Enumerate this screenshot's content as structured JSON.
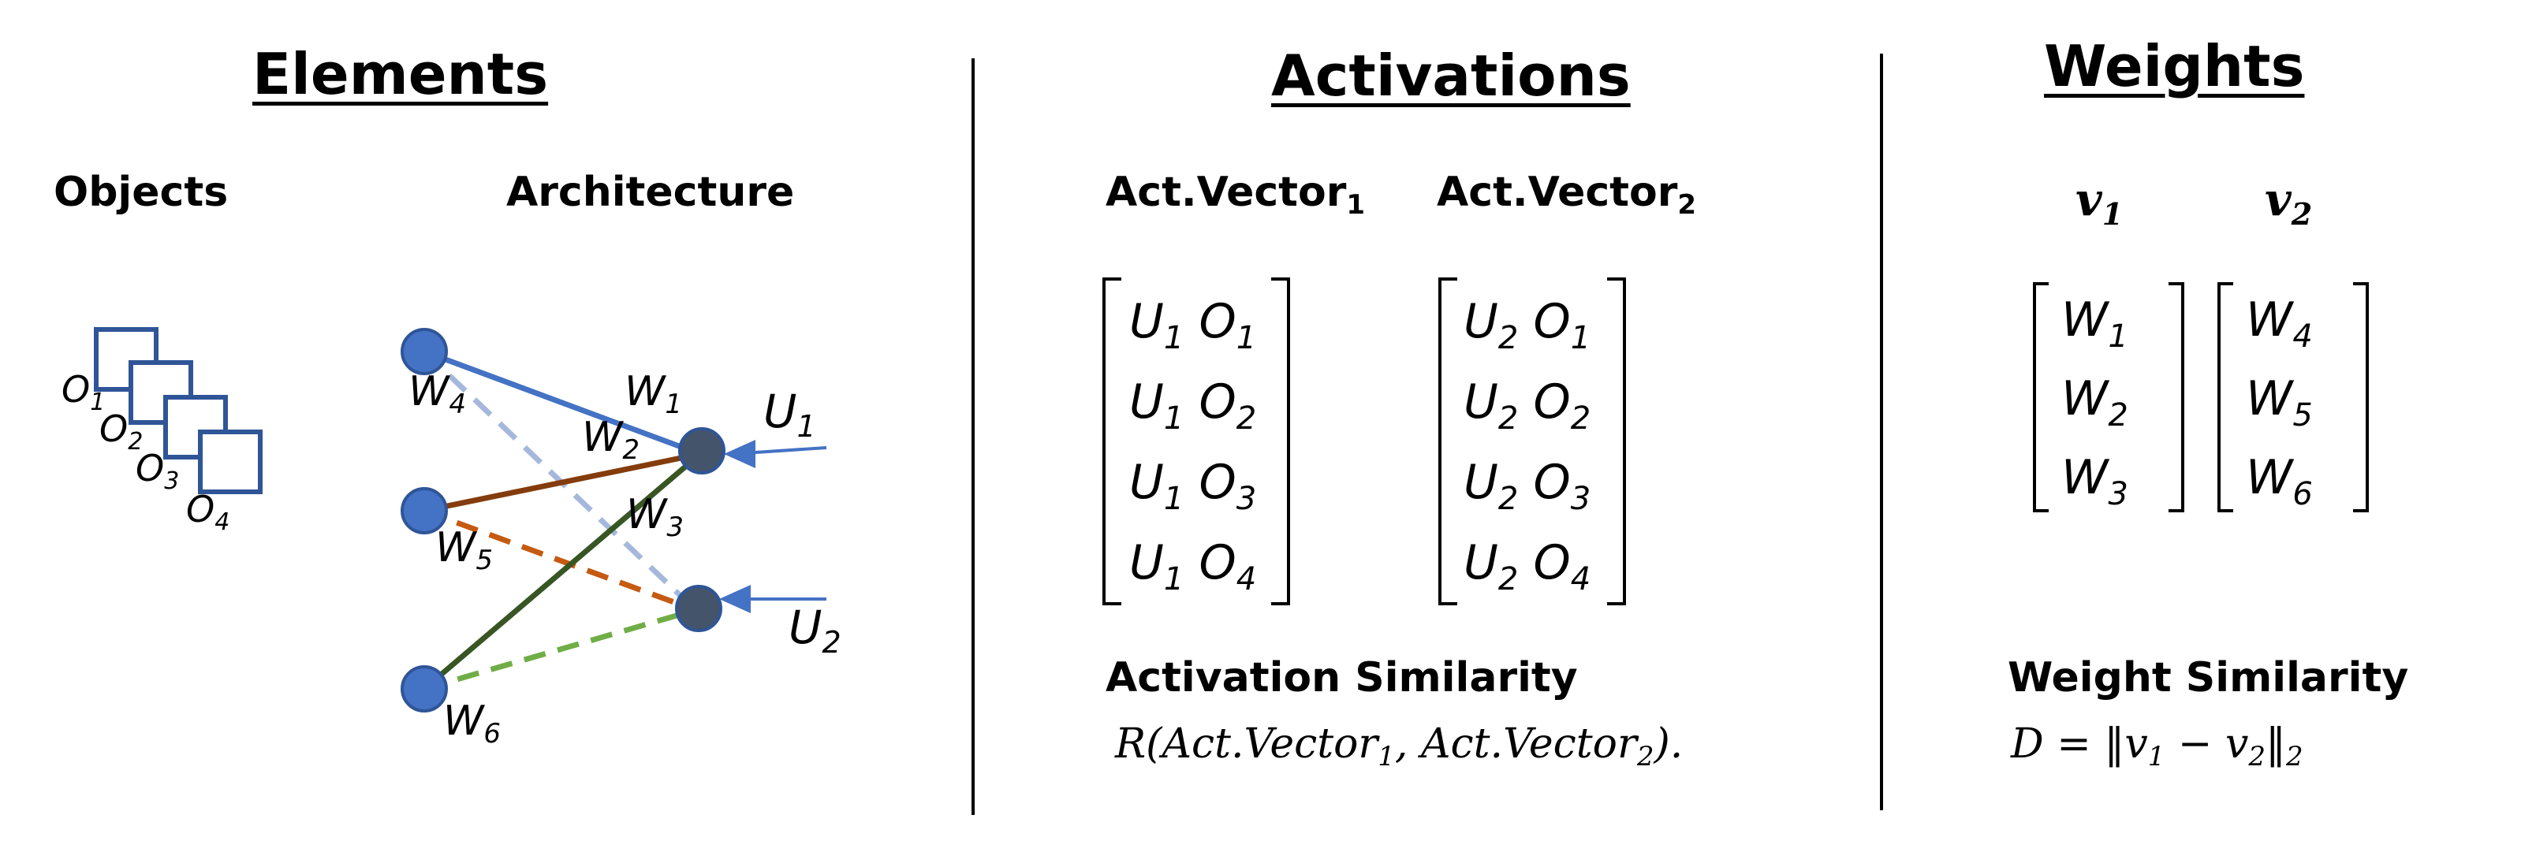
{
  "elements": {
    "title": "Elements",
    "objects_label": "Objects",
    "architecture_label": "Architecture",
    "object_labels": [
      "O",
      "O",
      "O",
      "O"
    ],
    "object_subs": [
      "1",
      "2",
      "3",
      "4"
    ],
    "weight_letter": "W",
    "weight_subs": [
      "1",
      "2",
      "3",
      "4",
      "5",
      "6"
    ],
    "unit_letter": "U",
    "unit_subs": [
      "1",
      "2"
    ],
    "colors": {
      "node": "#4472c4",
      "node_dark": "#44546a",
      "w1": "#4472c4",
      "w4": "#a5b8dc",
      "w2": "#843c0c",
      "w5": "#c55a11",
      "w3": "#375623",
      "w6": "#70ad47",
      "box": "#2f5597",
      "arrow": "#4472c4"
    }
  },
  "activations": {
    "title": "Activations",
    "vector1_label": "Act.Vector",
    "vector1_sub": "1",
    "vector2_label": "Act.Vector",
    "vector2_sub": "2",
    "similarity_label": "Activation Similarity",
    "formula_prefix": "R(Act.Vector",
    "formula_sub1": "1",
    "formula_mid": ", Act.Vector",
    "formula_sub2": "2",
    "formula_suffix": ")."
  },
  "weights": {
    "title": "Weights",
    "v1_label": "v",
    "v1_sub": "1",
    "v2_label": "v",
    "v2_sub": "2",
    "similarity_label": "Weight Similarity",
    "formula_prefix": "D = ‖v",
    "formula_sub1": "1",
    "formula_mid": " − v",
    "formula_sub2": "2",
    "formula_suffix": "‖",
    "formula_sub3": "2"
  }
}
